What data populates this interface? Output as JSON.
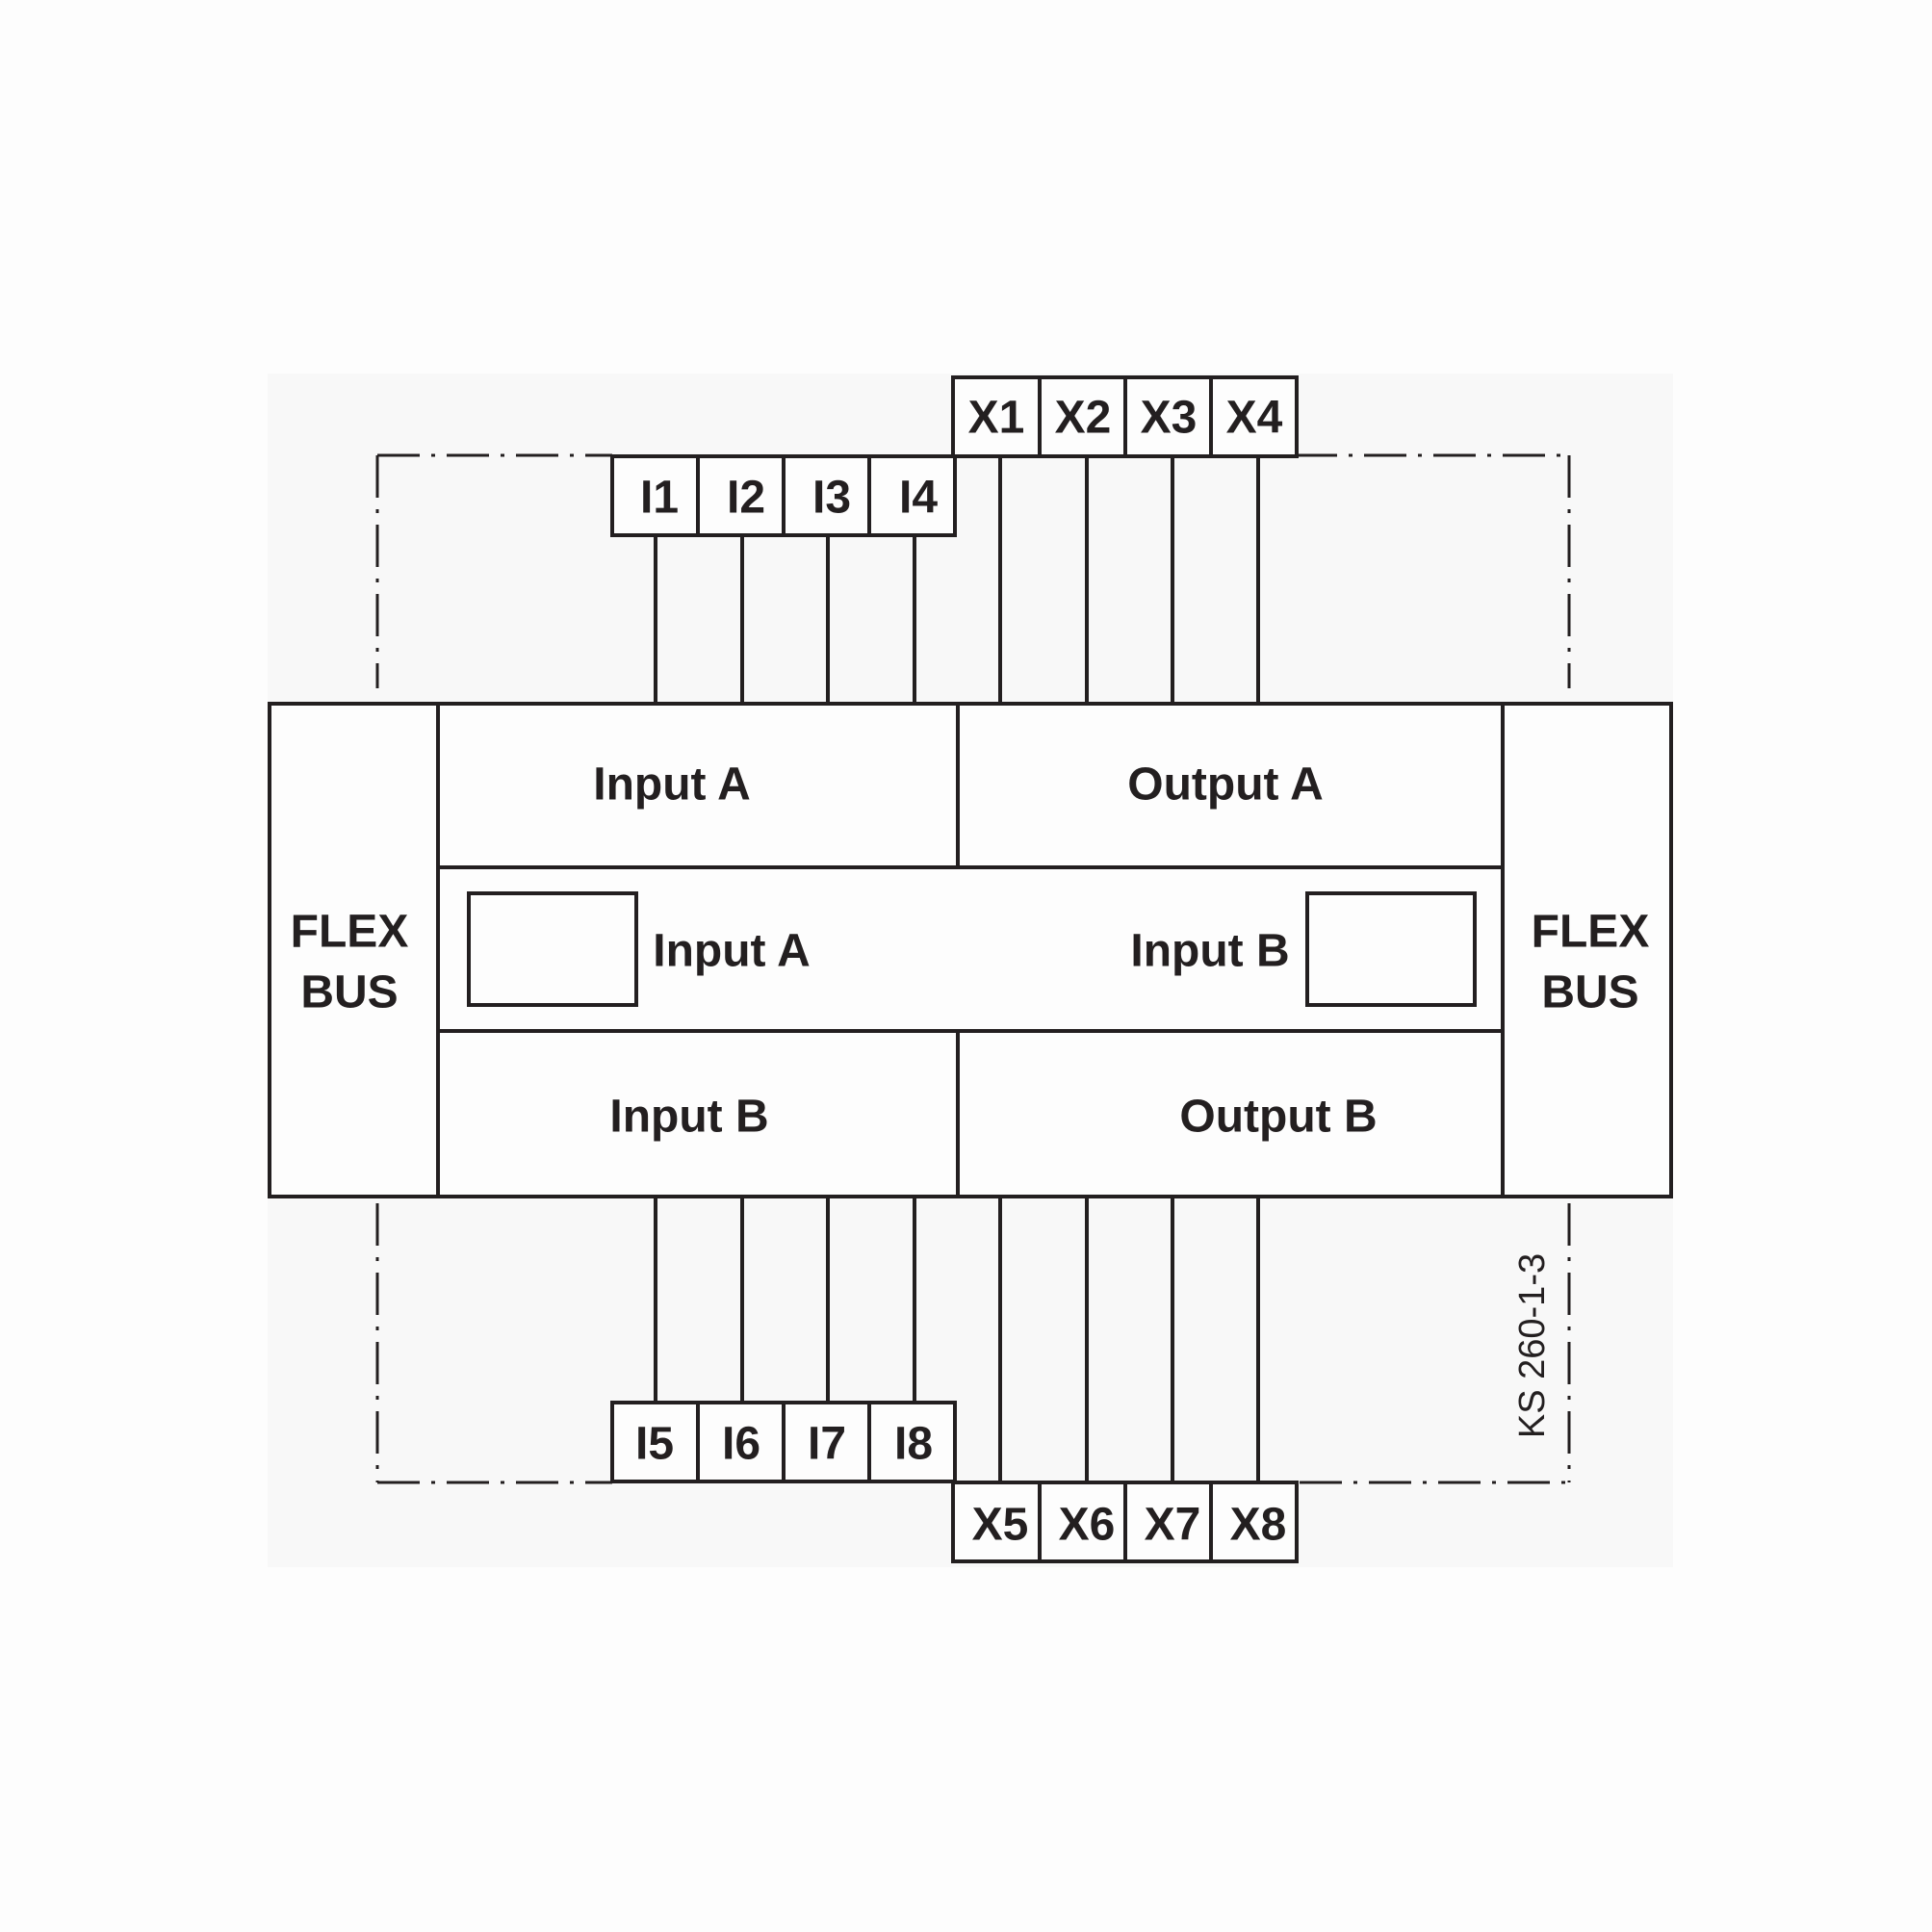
{
  "terminals": {
    "top_outputs": [
      "X1",
      "X2",
      "X3",
      "X4"
    ],
    "top_inputs": [
      "I1",
      "I2",
      "I3",
      "I4"
    ],
    "bottom_inputs": [
      "I5",
      "I6",
      "I7",
      "I8"
    ],
    "bottom_outputs": [
      "X5",
      "X6",
      "X7",
      "X8"
    ]
  },
  "flexbus_left": {
    "line1": "FLEX",
    "line2": "BUS"
  },
  "flexbus_right": {
    "line1": "FLEX",
    "line2": "BUS"
  },
  "blocks": {
    "input_a_top": "Input A",
    "output_a": "Output A",
    "input_a_middle": "Input A",
    "input_b_middle": "Input B",
    "input_b_bottom": "Input B",
    "output_b": "Output B"
  },
  "drawing_code": "KS 260-1-3"
}
